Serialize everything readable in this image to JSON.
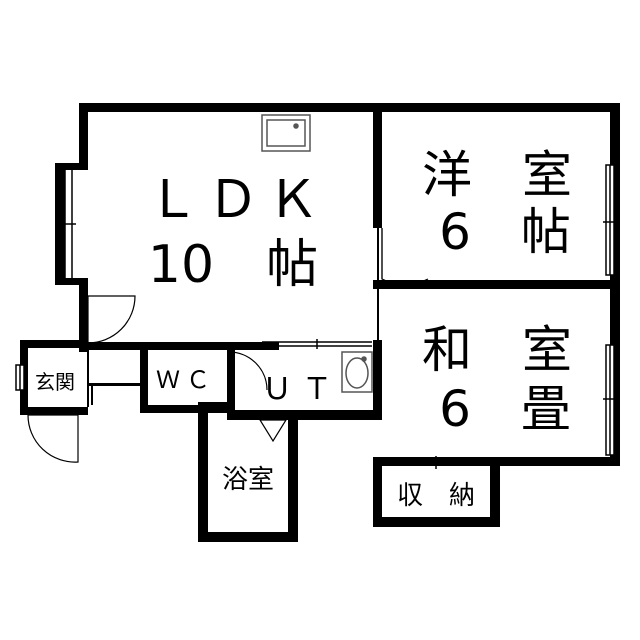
{
  "rooms": {
    "ldk": {
      "line1": "ＬＤＫ",
      "line2": "10　帖"
    },
    "western": {
      "line1": "洋　室",
      "line2": "6　帖"
    },
    "japanese": {
      "line1": "和　室",
      "line2": "6　畳"
    },
    "entrance": "玄関",
    "wc": "ＷＣ",
    "utility": "ＵＴ",
    "bath": "浴室",
    "storage": "収　納"
  },
  "colors": {
    "wall": "#000000",
    "fixture": "#555555",
    "background": "#ffffff"
  }
}
